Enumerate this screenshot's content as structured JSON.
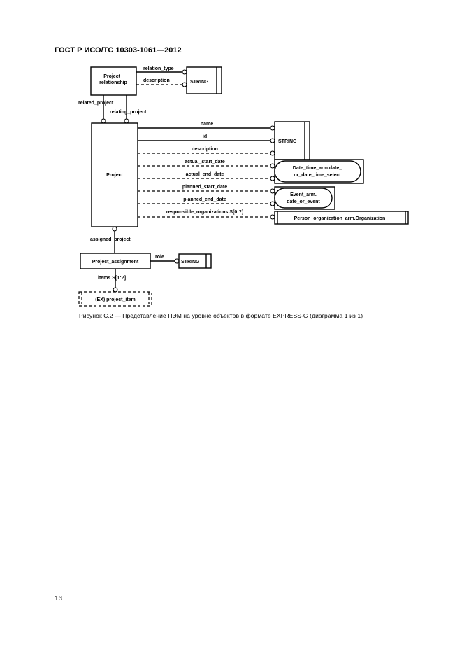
{
  "document": {
    "header": "ГОСТ Р ИСО/ТС 10303-1061—2012",
    "caption": "Рисунок  С.2 — Представление ПЭМ на уровне объектов в формате EXPRESS-G (диаграмма 1 из 1)",
    "page_number": "16"
  },
  "diagram": {
    "entities": {
      "project_relationship_line1": "Project_",
      "project_relationship_line2": "relationship",
      "project": "Project",
      "project_assignment": "Project_assignment",
      "ex_project_item": "(EX) project_item"
    },
    "types": {
      "string1": "STRING",
      "string2": "STRING",
      "string3": "STRING",
      "date_time_line1": "Date_time_arm.date_",
      "date_time_line2": "or_date_time_select",
      "event_line1": "Event_arm.",
      "event_line2": "date_or_event",
      "person_org": "Person_organization_arm.Organization"
    },
    "attributes": {
      "relation_type": "relation_type",
      "description_rel": "description",
      "related_project": "related_project",
      "relating_project": "relating_project",
      "name": "name",
      "id": "id",
      "description": "description",
      "actual_start_date": "actual_start_date",
      "actual_end_date": "actual_end_date",
      "planned_start_date": "planned_start_date",
      "planned_end_date": "planned_end_date",
      "responsible_organizations": "responsible_organizations S[0:?]",
      "assigned_project": "assigned_project",
      "role": "role",
      "items": "items S[1:?]"
    }
  }
}
